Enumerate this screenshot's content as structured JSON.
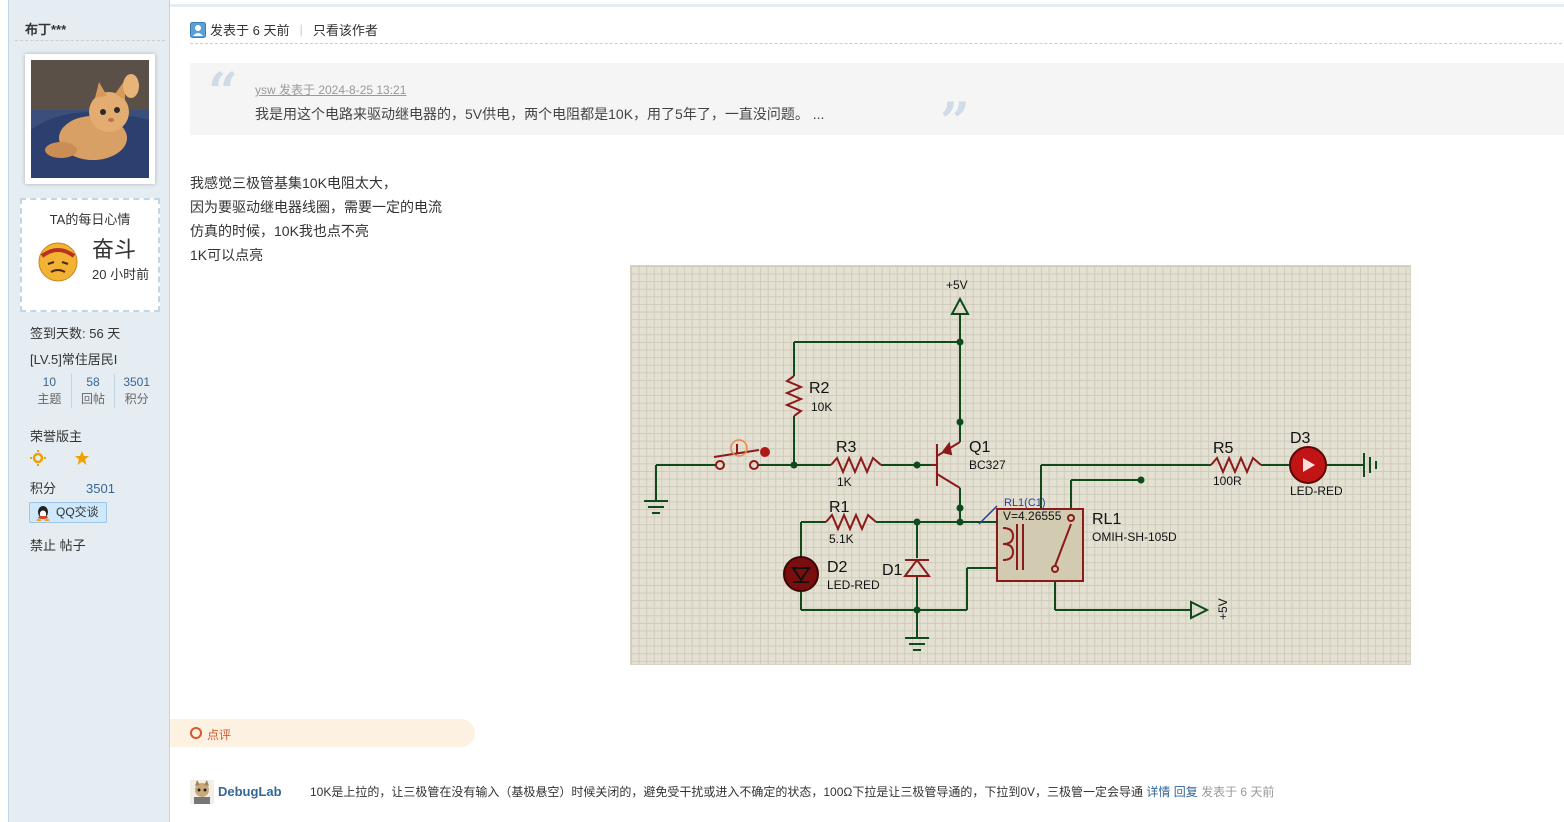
{
  "user": {
    "name": "布丁***",
    "mood_title": "TA的每日心情",
    "mood_word": "奋斗",
    "mood_time": "20 小时前",
    "signin": "签到天数: 56 天",
    "level": "[LV.5]常住居民I",
    "stats": [
      {
        "value": "10",
        "label": "主题"
      },
      {
        "value": "58",
        "label": "回帖"
      },
      {
        "value": "3501",
        "label": "积分"
      }
    ],
    "honor": "荣誉版主",
    "points_label": "积分",
    "points_value": "3501",
    "qq_label": "QQ交谈",
    "ban": "禁止 帖子"
  },
  "post": {
    "posted": "发表于 6 天前",
    "only_author": "只看该作者",
    "quote": {
      "meta": "ysw 发表于 2024-8-25 13:21",
      "text": "我是用这个电路来驱动继电器的，5V供电，两个电阻都是10K，用了5年了，一直没问题。 ..."
    },
    "lines": [
      "我感觉三极管基集10K电阻太大，",
      "因为要驱动继电器线圈，需要一定的电流",
      "仿真的时候，10K我也点不亮",
      "1K可以点亮"
    ]
  },
  "schematic": {
    "vcc_top": "+5V",
    "r2": "R2",
    "r2_val": "10K",
    "r3": "R3",
    "r3_val": "1K",
    "q1": "Q1",
    "q1_val": "BC327",
    "r1": "R1",
    "r1_val": "5.1K",
    "d2": "D2",
    "d2_val": "LED-RED",
    "d1": "D1",
    "rl1_probe": "RL1(C1)",
    "rl1_voltage": "V=4.26555",
    "rl1": "RL1",
    "rl1_val": "OMIH-SH-105D",
    "r5": "R5",
    "r5_val": "100R",
    "d3": "D3",
    "d3_val": "LED-RED",
    "vcc_right": "+5V"
  },
  "comment": {
    "tab_label": "点评",
    "user": "DebugLab",
    "text": "10K是上拉的，让三极管在没有输入（基极悬空）时候关闭的，避免受干扰或进入不确定的状态，100Ω下拉是让三极管导通的，下拉到0V，三极管一定会导通",
    "detail": "详情",
    "reply": "回复",
    "time": "发表于 6 天前"
  },
  "colors": {
    "link": "#336699",
    "sidebar_bg": "#e5edf2",
    "accent_orange": "#d6592b",
    "wire": "#0e4a1c",
    "component": "#8b1a1a"
  }
}
